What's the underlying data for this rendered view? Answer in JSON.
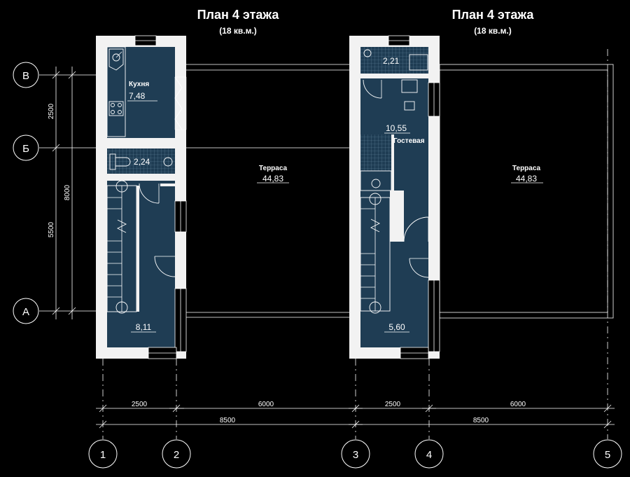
{
  "titles": {
    "left": {
      "heading": "План 4 этажа",
      "sub": "(18 кв.м.)"
    },
    "right": {
      "heading": "План 4 этажа",
      "sub": "(18 кв.м.)"
    }
  },
  "rooms": {
    "kitchen_name": "Кухня",
    "kitchen_area": "7,48",
    "bath_left_area": "2,24",
    "hall_left_area": "8,11",
    "bath_right_area": "2,21",
    "guest_area": "10,55",
    "guest_name": "Гостевая",
    "hall_right_area": "5,60"
  },
  "terraces": {
    "left_name": "Терраса",
    "left_area": "44,83",
    "right_name": "Терраса",
    "right_area": "44,83"
  },
  "dimensions": {
    "v_top": "2500",
    "v_bottom": "5500",
    "v_total": "8000",
    "h_left_a": "2500",
    "h_left_b": "6000",
    "h_left_total": "8500",
    "h_right_a": "2500",
    "h_right_b": "6000",
    "h_right_total": "8500"
  },
  "axes": {
    "row_v": "В",
    "row_b": "Б",
    "row_a": "А",
    "col_1": "1",
    "col_2": "2",
    "col_3": "3",
    "col_4": "4",
    "col_5": "5"
  },
  "colors": {
    "background": "#000000",
    "wall": "#f2f2f2",
    "room_fill": "#1f3d54",
    "line": "#ffffff"
  }
}
